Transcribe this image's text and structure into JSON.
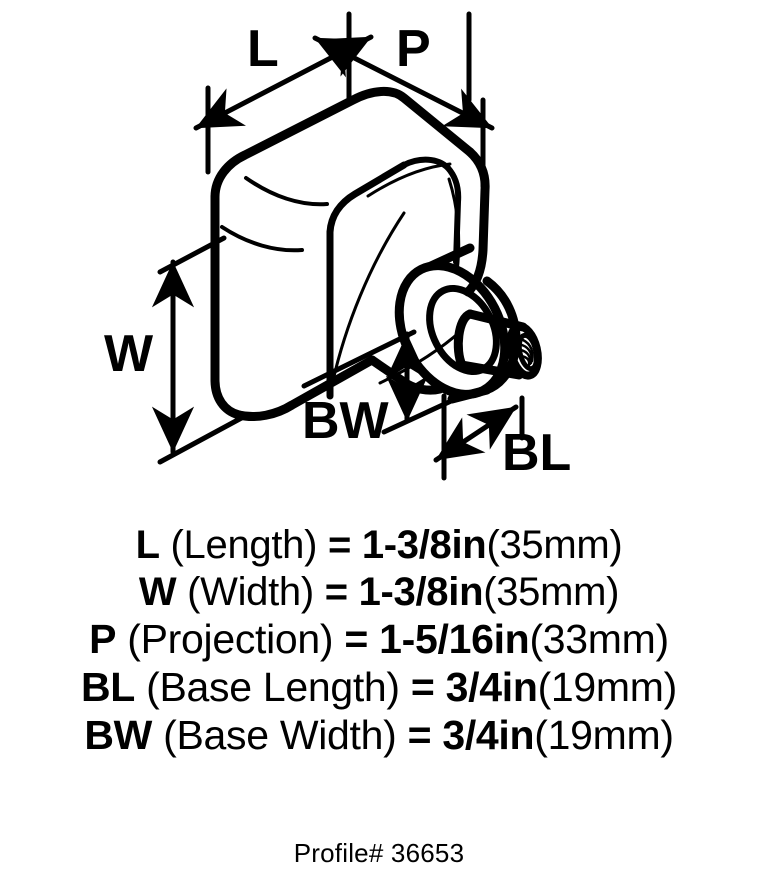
{
  "product": {
    "type": "cabinet-knob-dimension-diagram",
    "profile_label": "Profile# 36653"
  },
  "diagram": {
    "callouts": [
      {
        "key": "L",
        "label": "L",
        "meaning": "Length"
      },
      {
        "key": "P",
        "label": "P",
        "meaning": "Projection"
      },
      {
        "key": "W",
        "label": "W",
        "meaning": "Width"
      },
      {
        "key": "BW",
        "label": "BW",
        "meaning": "Base Width"
      },
      {
        "key": "BL",
        "label": "BL",
        "meaning": "Base Length"
      }
    ],
    "line_color": "#000000",
    "background": "#ffffff"
  },
  "specs": [
    {
      "symbol": "L",
      "name": " (Length) ",
      "equals": "= ",
      "imperial": "1-3/8in",
      "metric": "(35mm)"
    },
    {
      "symbol": "W",
      "name": " (Width) ",
      "equals": "= ",
      "imperial": "1-3/8in",
      "metric": "(35mm)"
    },
    {
      "symbol": "P",
      "name": " (Projection) ",
      "equals": "= ",
      "imperial": "1-5/16in",
      "metric": "(33mm)"
    },
    {
      "symbol": "BL",
      "name": " (Base Length) ",
      "equals": "= ",
      "imperial": "3/4in",
      "metric": "(19mm)"
    },
    {
      "symbol": "BW",
      "name": " (Base Width) ",
      "equals": "= ",
      "imperial": "3/4in",
      "metric": "(19mm)"
    }
  ],
  "footer": {
    "profile": "Profile# 36653"
  }
}
